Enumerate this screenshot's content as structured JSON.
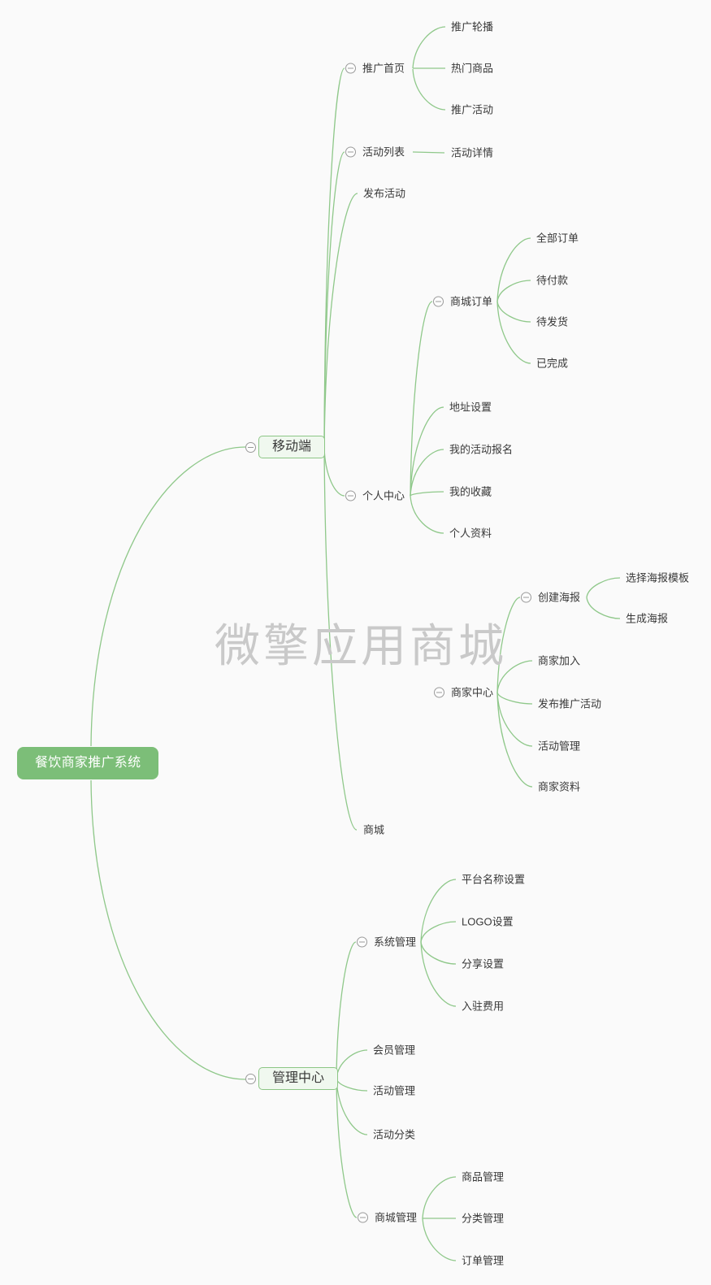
{
  "watermark": "微擎应用商城",
  "colors": {
    "background": "#fafafa",
    "line": "#8fc88a",
    "root_fill": "#7cbe78",
    "root_text": "#ffffff",
    "branch_fill": "#f0f8ef",
    "branch_border": "#8cc685",
    "node_text": "#383838",
    "collapse_icon": "#9a9a9a",
    "watermark_text": "#c9c9c9"
  },
  "icons": {
    "collapse": "minus-circle"
  },
  "mindmap": {
    "root": {
      "label": "餐饮商家推广系统"
    },
    "branches": [
      {
        "label": "移动端",
        "children": [
          {
            "label": "推广首页",
            "children": [
              {
                "label": "推广轮播"
              },
              {
                "label": "热门商品"
              },
              {
                "label": "推广活动"
              }
            ]
          },
          {
            "label": "活动列表",
            "children": [
              {
                "label": "活动详情"
              }
            ]
          },
          {
            "label": "发布活动"
          },
          {
            "label": "个人中心",
            "children": [
              {
                "label": "商城订单",
                "children": [
                  {
                    "label": "全部订单"
                  },
                  {
                    "label": "待付款"
                  },
                  {
                    "label": "待发货"
                  },
                  {
                    "label": "已完成"
                  }
                ]
              },
              {
                "label": "地址设置"
              },
              {
                "label": "我的活动报名"
              },
              {
                "label": "我的收藏"
              },
              {
                "label": "个人资料"
              }
            ]
          },
          {
            "label": "商家中心",
            "children": [
              {
                "label": "创建海报",
                "children": [
                  {
                    "label": "选择海报模板"
                  },
                  {
                    "label": "生成海报"
                  }
                ]
              },
              {
                "label": "商家加入"
              },
              {
                "label": "发布推广活动"
              },
              {
                "label": "活动管理"
              },
              {
                "label": "商家资料"
              }
            ]
          },
          {
            "label": "商城"
          }
        ]
      },
      {
        "label": "管理中心",
        "children": [
          {
            "label": "系统管理",
            "children": [
              {
                "label": "平台名称设置"
              },
              {
                "label": "LOGO设置"
              },
              {
                "label": "分享设置"
              },
              {
                "label": "入驻费用"
              }
            ]
          },
          {
            "label": "会员管理"
          },
          {
            "label": "活动管理"
          },
          {
            "label": "活动分类"
          },
          {
            "label": "商城管理",
            "children": [
              {
                "label": "商品管理"
              },
              {
                "label": "分类管理"
              },
              {
                "label": "订单管理"
              }
            ]
          }
        ]
      }
    ]
  }
}
